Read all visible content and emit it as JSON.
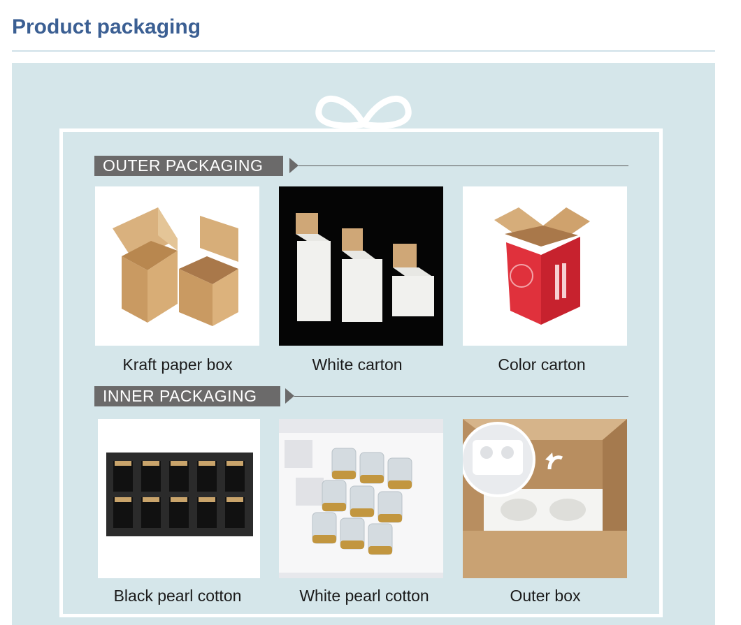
{
  "page": {
    "title": "Product packaging"
  },
  "sections": {
    "outer": {
      "label": "OUTER PACKAGING",
      "items": [
        {
          "caption": "Kraft paper box",
          "image": "kraft-paper-box-photo"
        },
        {
          "caption": "White carton",
          "image": "white-carton-photo"
        },
        {
          "caption": "Color carton",
          "image": "color-carton-photo"
        }
      ]
    },
    "inner": {
      "label": "INNER PACKAGING",
      "items": [
        {
          "caption": "Black pearl cotton",
          "image": "black-pearl-cotton-photo"
        },
        {
          "caption": "White pearl cotton",
          "image": "white-pearl-cotton-photo"
        },
        {
          "caption": "Outer box",
          "image": "outer-box-photo"
        }
      ]
    }
  },
  "colors": {
    "title": "#3b5f93",
    "panel_background": "#d5e6ea",
    "frame": "#ffffff",
    "section_tag": "#6b6a6a",
    "kraft": "#c99a62",
    "color_carton_red": "#e0313c"
  }
}
